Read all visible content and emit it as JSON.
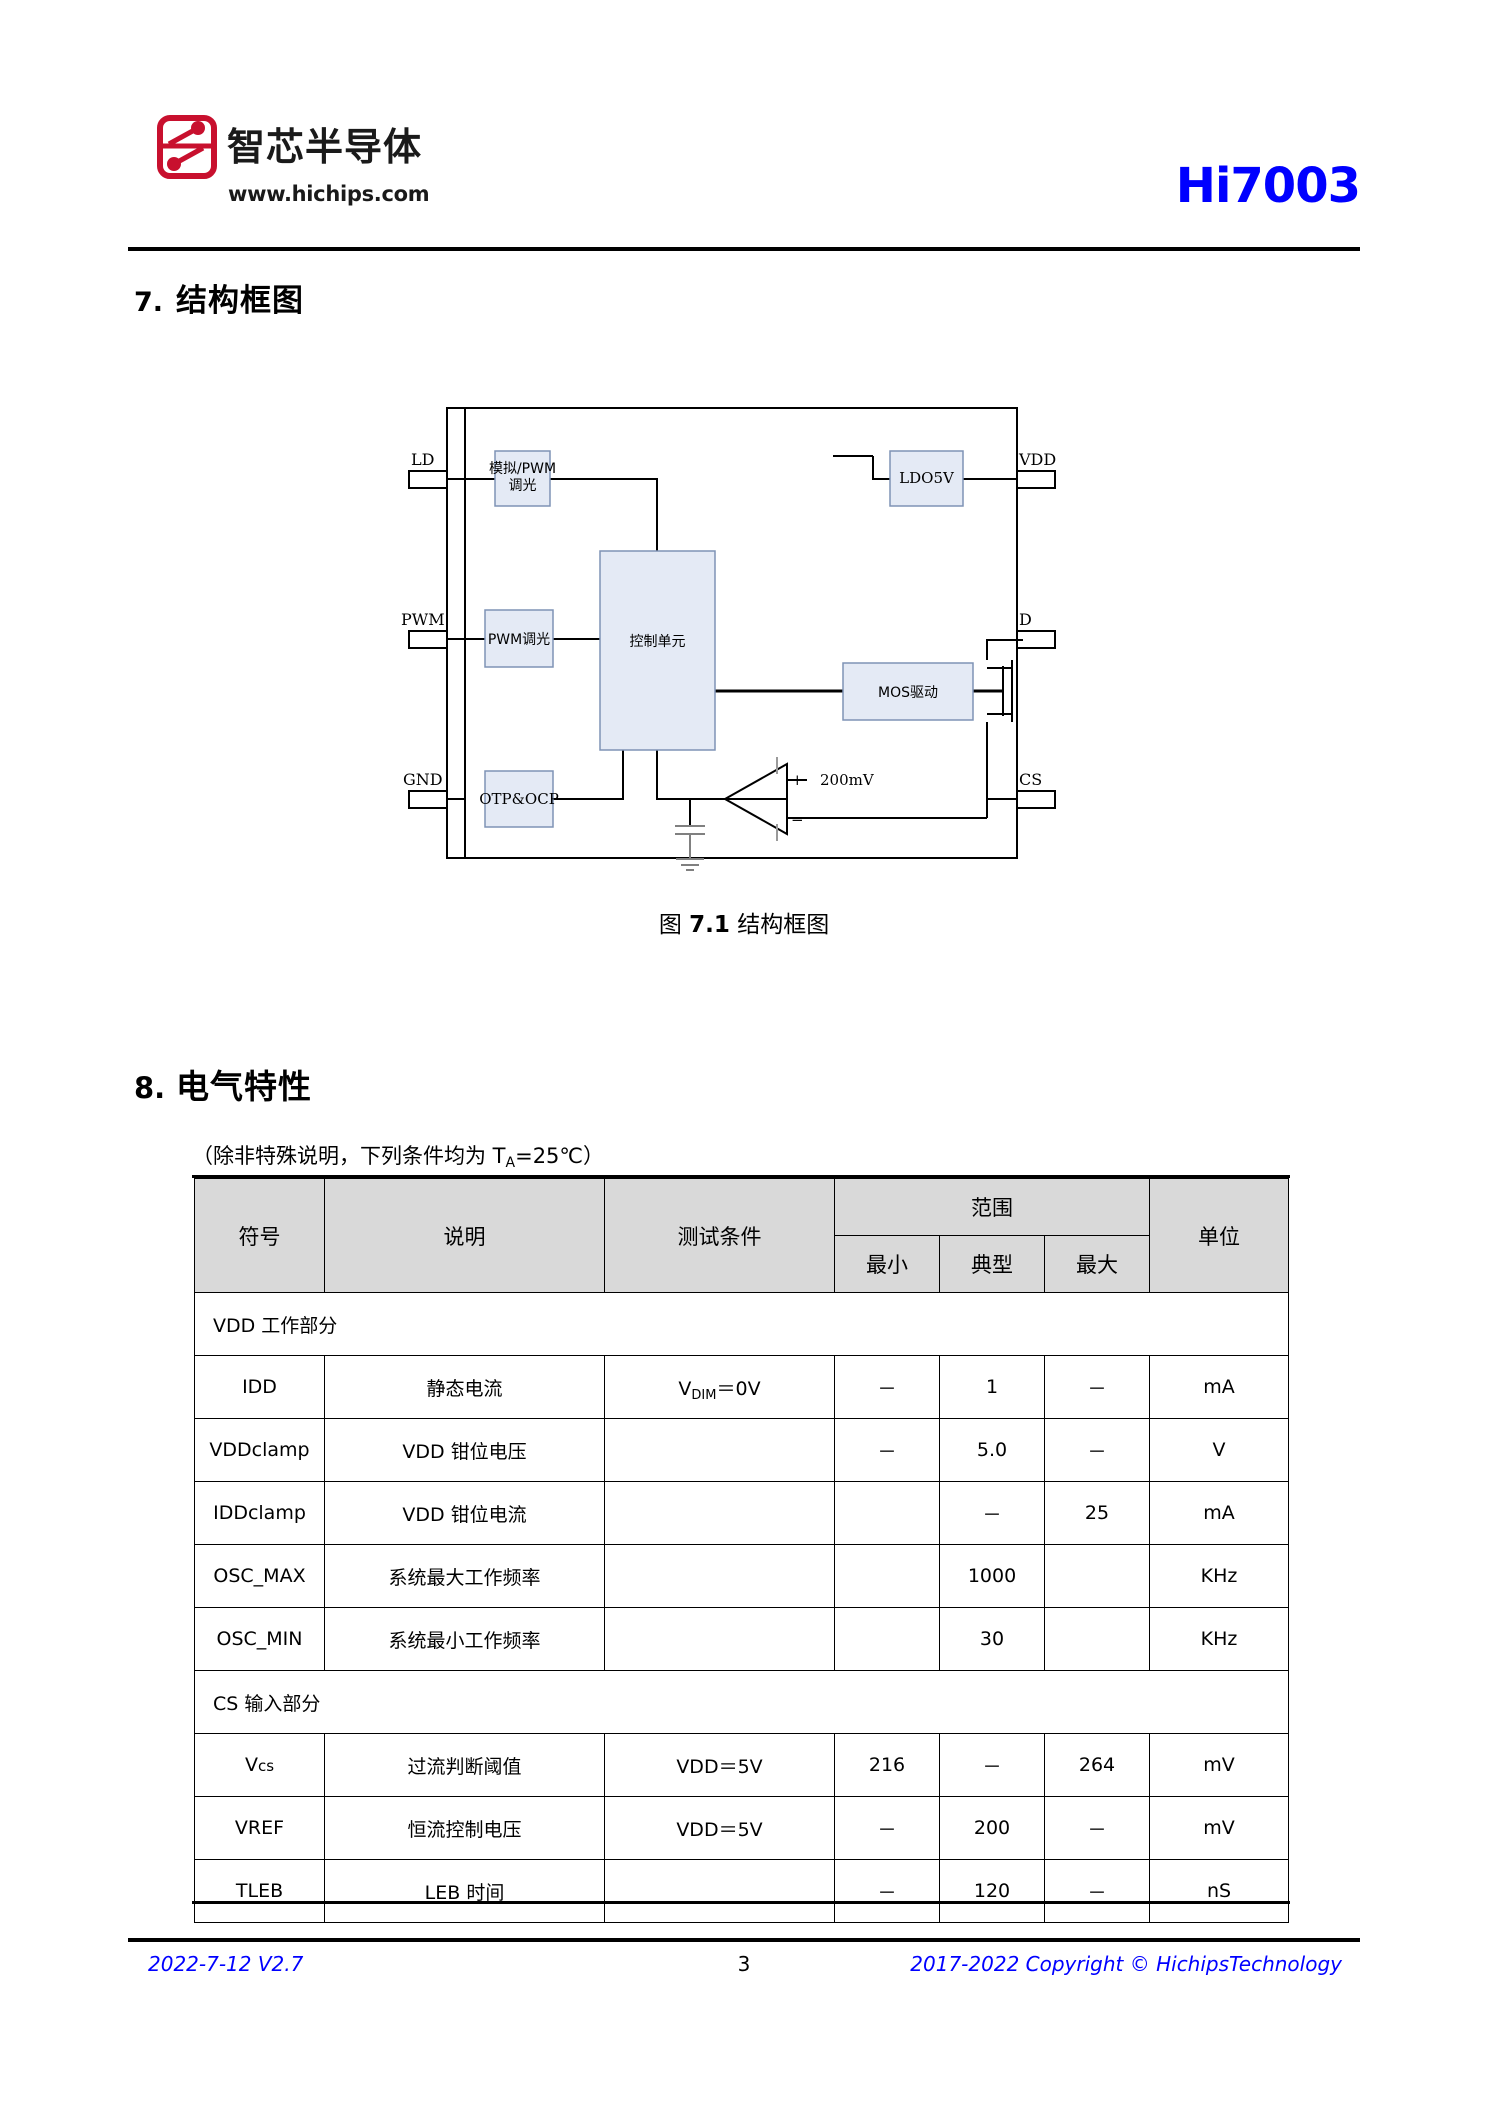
{
  "header": {
    "company_name_cn": "智芯半导体",
    "company_url": "www.hichips.com",
    "part_number": "Hi7003"
  },
  "sections": {
    "block_diagram": {
      "number": "7.",
      "title": "结构框图"
    },
    "electrical": {
      "number": "8.",
      "title": "电气特性"
    }
  },
  "figure": {
    "caption_prefix": "图",
    "caption_number": "7.1",
    "caption_title": "结构框图"
  },
  "diagram": {
    "pins": {
      "ld": "LD",
      "pwm": "PWM",
      "gnd": "GND",
      "vdd": "VDD",
      "d": "D",
      "cs": "CS"
    },
    "blocks": {
      "dim_analog_pwm_line1": "模拟/PWM",
      "dim_analog_pwm_line2": "调光",
      "pwm_dim": "PWM调光",
      "control_unit": "控制单元",
      "otp_ocp": "OTP&OCP",
      "ldo5v": "LDO5V",
      "mos_driver": "MOS驱动"
    },
    "annotations": {
      "comparator_ref": "200mV",
      "plus": "+",
      "minus": "−"
    },
    "colors": {
      "block_fill": "#e4eaf5",
      "block_stroke": "#7f93b5",
      "wire": "#000000"
    }
  },
  "electrical_table": {
    "condition_note_before": "（除非特殊说明，下列条件均为 T",
    "condition_note_sub": "A",
    "condition_note_after": "=25℃）",
    "headers": {
      "symbol": "符号",
      "description": "说明",
      "test_condition": "测试条件",
      "range": "范围",
      "min": "最小",
      "typ": "典型",
      "max": "最大",
      "unit": "单位"
    },
    "rows": [
      {
        "kind": "group",
        "label": "VDD 工作部分"
      },
      {
        "kind": "data",
        "symbol": "IDD",
        "description": "静态电流",
        "condition_pre": "V",
        "condition_sub": "DIM",
        "condition_post": "＝0V",
        "min": "－",
        "typ": "1",
        "max": "－",
        "unit": "mA"
      },
      {
        "kind": "data",
        "symbol": "VDDclamp",
        "description": "VDD 钳位电压",
        "condition_pre": "",
        "condition_sub": "",
        "condition_post": "",
        "min": "－",
        "typ": "5.0",
        "max": "－",
        "unit": "V"
      },
      {
        "kind": "data",
        "symbol": "IDDclamp",
        "description": "VDD 钳位电流",
        "condition_pre": "",
        "condition_sub": "",
        "condition_post": "",
        "min": "",
        "typ": "－",
        "max": "25",
        "unit": "mA"
      },
      {
        "kind": "data",
        "symbol": "OSC_MAX",
        "description": "系统最大工作频率",
        "condition_pre": "",
        "condition_sub": "",
        "condition_post": "",
        "min": "",
        "typ": "1000",
        "max": "",
        "unit": "KHz"
      },
      {
        "kind": "data",
        "symbol": "OSC_MIN",
        "description": "系统最小工作频率",
        "condition_pre": "",
        "condition_sub": "",
        "condition_post": "",
        "min": "",
        "typ": "30",
        "max": "",
        "unit": "KHz"
      },
      {
        "kind": "group",
        "label": "CS 输入部分"
      },
      {
        "kind": "data",
        "symbol": "Vcs",
        "symbol_lower": "cs",
        "symbol_upper": "V",
        "description": "过流判断阈值",
        "condition_pre": "VDD＝5V",
        "condition_sub": "",
        "condition_post": "",
        "min": "216",
        "typ": "－",
        "max": "264",
        "unit": "mV"
      },
      {
        "kind": "data",
        "symbol": "VREF",
        "description": "恒流控制电压",
        "condition_pre": "VDD＝5V",
        "condition_sub": "",
        "condition_post": "",
        "min": "－",
        "typ": "200",
        "max": "－",
        "unit": "mV"
      },
      {
        "kind": "data",
        "symbol": "TLEB",
        "description": "LEB 时间",
        "condition_pre": "",
        "condition_sub": "",
        "condition_post": "",
        "min": "－",
        "typ": "120",
        "max": "－",
        "unit": "nS"
      }
    ]
  },
  "footer": {
    "date_version": "2022-7-12   V2.7",
    "page_number": "3",
    "copyright": "2017-2022 Copyright © HichipsTechnology"
  },
  "colors": {
    "brand_red": "#c8102e",
    "link_blue": "#0000ff",
    "header_gray": "#d9d9d9"
  }
}
